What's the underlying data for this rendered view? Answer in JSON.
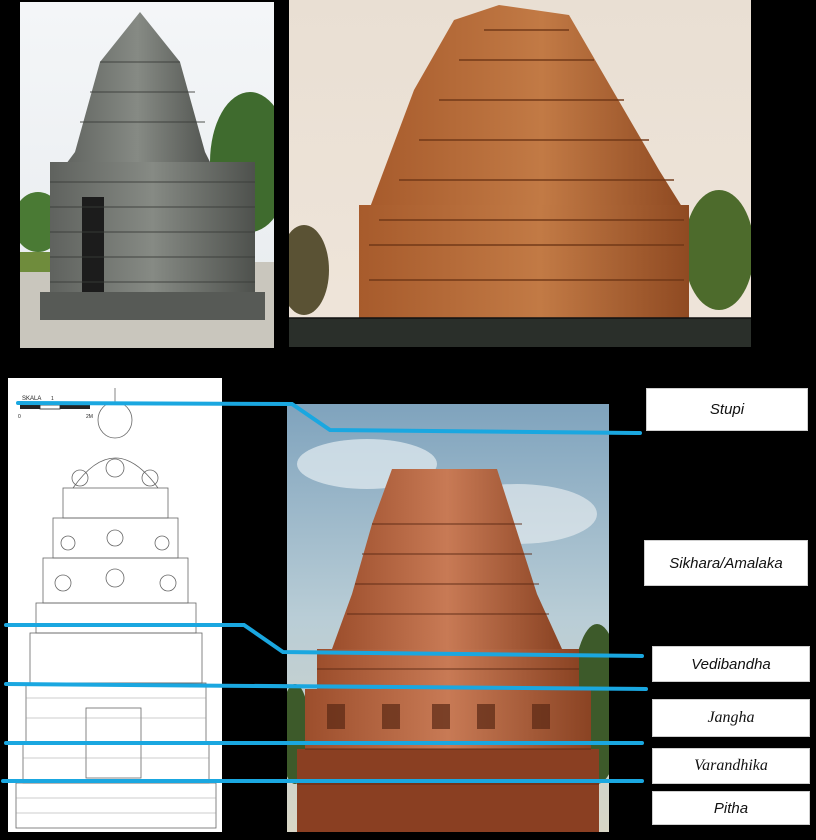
{
  "drawing": {
    "scale_label": "SKALA",
    "scale_ticks": [
      "0",
      "1",
      "2M"
    ]
  },
  "labels": {
    "stupi": "Stupi",
    "sikhara": "Sikhara/Amalaka",
    "vedibandha": "Vedibandha",
    "jangha": "Jangha",
    "varandhika": "Varandhika",
    "pitha": "Pitha"
  },
  "colors": {
    "guide_line": "#1aa7e0",
    "background": "#000000",
    "label_box": "#ffffff"
  }
}
